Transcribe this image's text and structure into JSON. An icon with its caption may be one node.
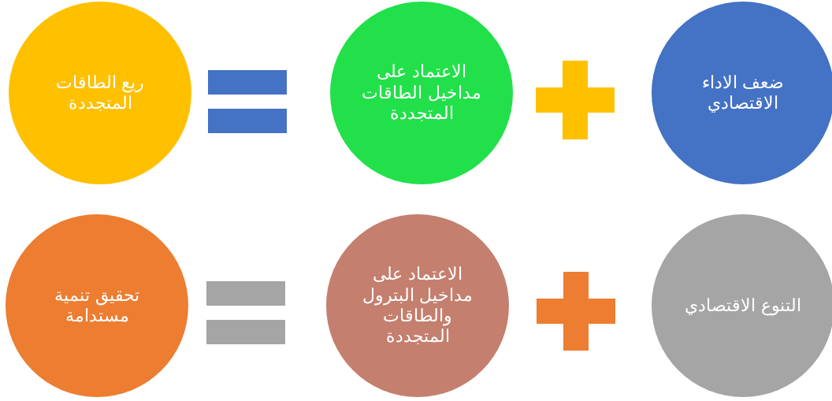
{
  "diagram": {
    "nodes": [
      {
        "text": [
          "ضعف الاداء الاقتصادي"
        ]
      },
      {
        "text": [
          "الاعتماد على مداخيل الطاقات المتجددة"
        ]
      },
      {
        "text": [
          "ريع الطاقات المتجددة"
        ]
      },
      {
        "text": [
          "التنوع الاقتصادي"
        ]
      },
      {
        "text": [
          "الاعتماد على مداخيل البترول والطاقات المتجددة"
        ]
      },
      {
        "text": [
          "تحقيق تنمية مستدامة"
        ]
      }
    ]
  }
}
